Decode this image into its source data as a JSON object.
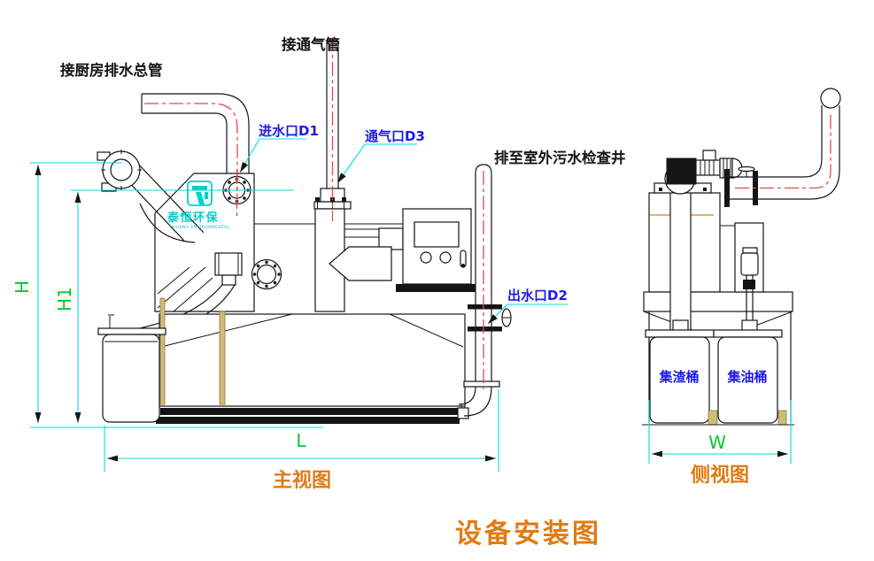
{
  "title": {
    "text": "设备安装图"
  },
  "logo": {
    "text": "泰恒环保",
    "subtext": "TAIHENG ENVIRONMENTAL"
  },
  "front_view": {
    "caption": "主视图",
    "dims": {
      "height": "H",
      "height_inner": "H1",
      "length": "L"
    },
    "labels": {
      "kitchen_main": "接厨房排水总管",
      "vent_connect": "接通气管",
      "inlet": "进水口D1",
      "vent": "通气口D3",
      "outlet": "出水口D2",
      "discharge": "排至室外污水检查井"
    }
  },
  "side_view": {
    "caption": "侧视图",
    "dims": {
      "width": "W"
    },
    "labels": {
      "slag_bucket": "集渣桶",
      "oil_bucket": "集油桶"
    }
  },
  "colors": {
    "outline": "#141414",
    "centerline_red": "#e24b4b",
    "dimension_cyan": "#00dede",
    "dimension_text_green": "#00c832",
    "port_label_blue": "#1d19e8",
    "caption_orange": "#e07b14",
    "logo_cyan": "#00cfcf",
    "support_tan": "#cdbd7d"
  }
}
